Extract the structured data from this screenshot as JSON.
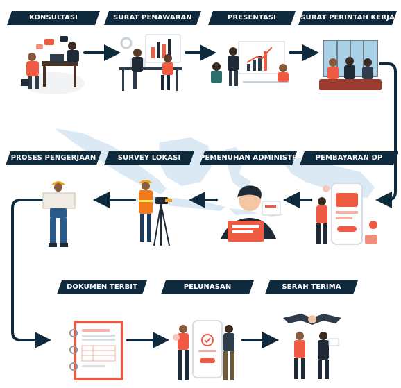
{
  "steps": [
    {
      "label": "KONSULTASI"
    },
    {
      "label": "SURAT PENAWARAN"
    },
    {
      "label": "PRESENTASI"
    },
    {
      "label": "SURAT PERINTAH KERJA"
    },
    {
      "label": "PEMBAYARAN DP"
    },
    {
      "label": "PEMENUHAN ADMINISTRASI"
    },
    {
      "label": "SURVEY LOKASI"
    },
    {
      "label": "PROSES PENGERJAAN"
    },
    {
      "label": "DOKUMEN TERBIT"
    },
    {
      "label": "PELUNASAN"
    },
    {
      "label": "SERAH TERIMA"
    }
  ],
  "colors": {
    "label_bg": "#0f2a3d",
    "arrow": "#0f2a3d",
    "accent": "#ef5a42",
    "map": "#dbe9f4"
  },
  "icons": [
    "consultation-illustration",
    "offer-letter-illustration",
    "presentation-illustration",
    "work-order-meeting-illustration",
    "payment-phone-illustration",
    "administration-documents-illustration",
    "surveyor-illustration",
    "worker-blueprint-illustration",
    "document-binder-illustration",
    "payment-settlement-illustration",
    "handover-illustration"
  ]
}
